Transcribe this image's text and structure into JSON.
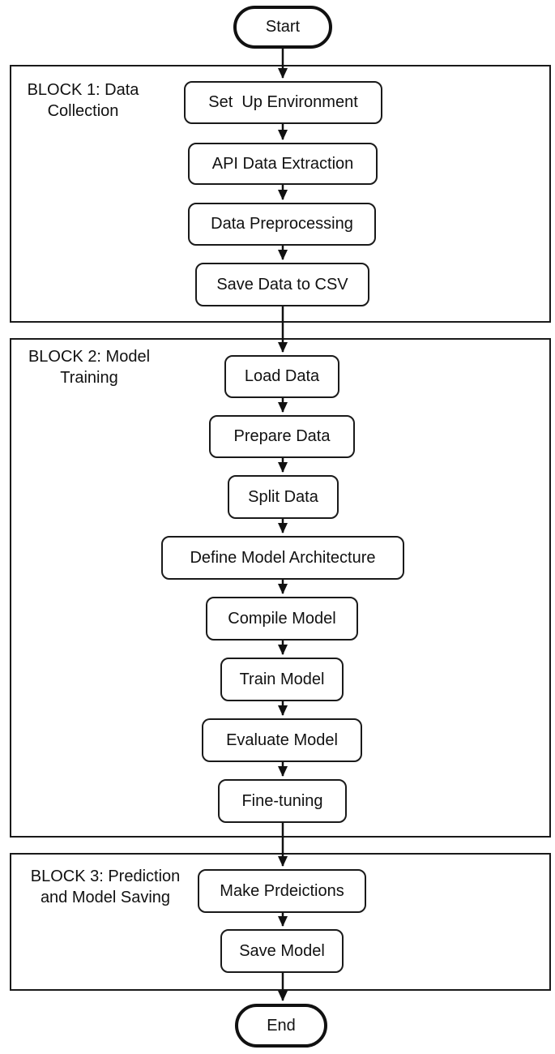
{
  "diagram": {
    "type": "flowchart",
    "colors": {
      "stroke": "#1a1a1a",
      "background": "#ffffff"
    },
    "start": {
      "label": "Start"
    },
    "end": {
      "label": "End"
    },
    "blocks": [
      {
        "label": "BLOCK 1: Data\nCollection",
        "nodes": [
          {
            "label": "Set  Up Environment"
          },
          {
            "label": "API Data Extraction"
          },
          {
            "label": "Data Preprocessing"
          },
          {
            "label": "Save Data to CSV"
          }
        ]
      },
      {
        "label": "BLOCK 2: Model\nTraining",
        "nodes": [
          {
            "label": "Load Data"
          },
          {
            "label": "Prepare Data"
          },
          {
            "label": "Split Data"
          },
          {
            "label": "Define Model Architecture"
          },
          {
            "label": "Compile Model"
          },
          {
            "label": "Train Model"
          },
          {
            "label": "Evaluate Model"
          },
          {
            "label": "Fine-tuning"
          }
        ]
      },
      {
        "label": "BLOCK 3: Prediction\nand Model Saving",
        "nodes": [
          {
            "label": "Make Prdeictions"
          },
          {
            "label": "Save Model"
          }
        ]
      }
    ]
  }
}
